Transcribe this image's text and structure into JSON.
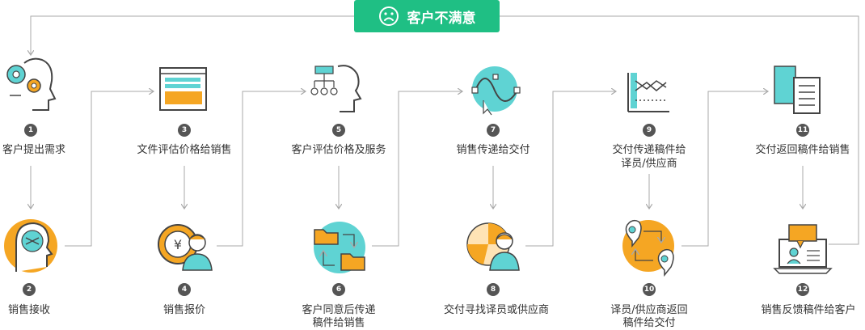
{
  "banner": {
    "text": "客户不满意",
    "icon": "sad-face-icon",
    "color": "#1fbf84"
  },
  "steps": [
    {
      "num": "1",
      "label": "客户提出需求"
    },
    {
      "num": "2",
      "label": "销售接收"
    },
    {
      "num": "3",
      "label": "文件评估价格给销售"
    },
    {
      "num": "4",
      "label": "销售报价"
    },
    {
      "num": "5",
      "label": "客户评估价格及服务"
    },
    {
      "num": "6",
      "label": "客户同意后传递",
      "label2": "稿件给销售"
    },
    {
      "num": "7",
      "label": "销售传递给交付"
    },
    {
      "num": "8",
      "label": "交付寻找译员或供应商"
    },
    {
      "num": "9",
      "label": "交付传递稿件给",
      "label2": "译员/供应商"
    },
    {
      "num": "10",
      "label": "译员/供应商返回",
      "label2": "稿件给交付"
    },
    {
      "num": "11",
      "label": "交付返回稿件给销售"
    },
    {
      "num": "12",
      "label": "销售反馈稿件给客户"
    }
  ],
  "colors": {
    "orange": "#f5a623",
    "teal": "#5fd3d3",
    "line": "#aaaaaa",
    "dark": "#555555"
  }
}
